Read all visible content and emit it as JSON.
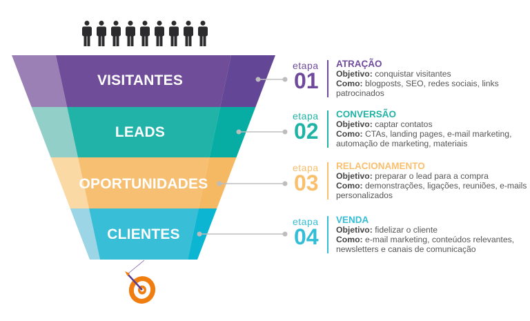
{
  "funnel": [
    {
      "label": "VISITANTES",
      "colors": {
        "light": "#9b80b6",
        "mid": "#704d98",
        "dark": "#634696"
      }
    },
    {
      "label": "LEADS",
      "colors": {
        "light": "#93cfc9",
        "mid": "#21b3a7",
        "dark": "#07ada3"
      }
    },
    {
      "label": "OPORTUNIDADES",
      "colors": {
        "light": "#fad9a5",
        "mid": "#f7bf72",
        "dark": "#f5b964"
      }
    },
    {
      "label": "CLIENTES",
      "colors": {
        "light": "#9cd5e6",
        "mid": "#38bed6",
        "dark": "#0cb5d1"
      }
    }
  ],
  "stages": [
    {
      "etapa": "etapa",
      "number": "01",
      "title": "ATRAÇÃO",
      "objetivo_label": "Objetivo:",
      "objetivo": "conquistar visitantes",
      "como_label": "Como:",
      "como": "blogposts, SEO, redes sociais, links patrocinados",
      "color": "#6f4a9c"
    },
    {
      "etapa": "etapa",
      "number": "02",
      "title": "CONVERSÃO",
      "objetivo_label": "Objetivo:",
      "objetivo": "captar contatos",
      "como_label": "Como:",
      "como": "CTAs, landing pages, e-mail marketing, automação de marketing, materiais",
      "color": "#1fb3a5"
    },
    {
      "etapa": "etapa",
      "number": "03",
      "title": "RELACIONAMENTO",
      "objetivo_label": "Objetivo:",
      "objetivo": "preparar o lead para a compra",
      "como_label": "Como:",
      "como": "demonstrações, ligações, reuniões, e-mails personalizados",
      "color": "#f9bf6c"
    },
    {
      "etapa": "etapa",
      "number": "04",
      "title": "VENDA",
      "objetivo_label": "Objetivo:",
      "objetivo": "fidelizar o cliente",
      "como_label": "Como:",
      "como": "e-mail marketing, conteúdos relevantes, newsletters e canais de comunicação",
      "color": "#33bdd6"
    }
  ],
  "icons": {
    "people": "person-icon",
    "target": "target-icon"
  }
}
